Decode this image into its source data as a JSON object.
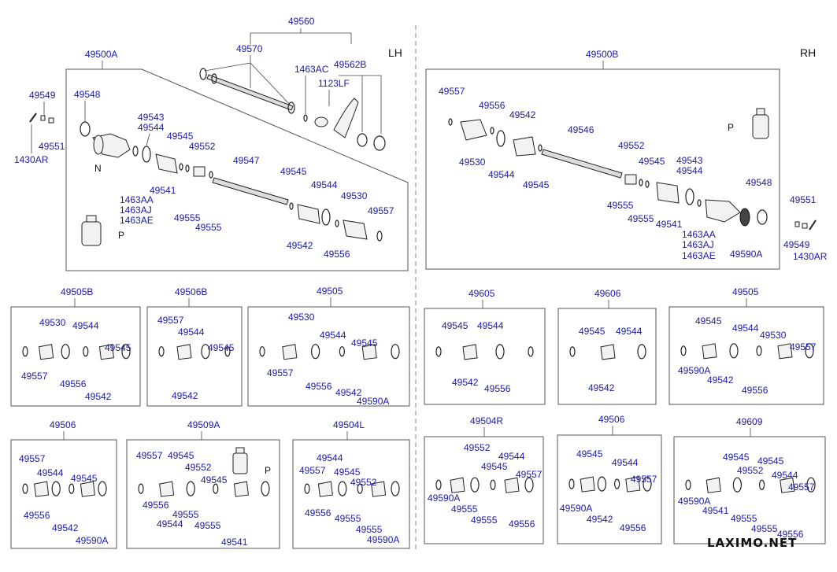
{
  "sides": {
    "left": "LH",
    "right": "RH"
  },
  "watermark": "LAXIMO.NET",
  "bottle_label": "P",
  "tag_n": "N",
  "top": {
    "assy": "49560",
    "shaft": "49570",
    "bolt": "1463AC",
    "bracket": "49562B",
    "bolt2": "1123LF"
  },
  "lh_main": {
    "assy": "49500A",
    "labels": [
      "49548",
      "49543",
      "49544",
      "49545",
      "49552",
      "49547",
      "49545",
      "49544",
      "49530",
      "49557",
      "49541",
      "49555",
      "49555",
      "49542",
      "49556",
      "1463AA",
      "1463AJ",
      "1463AE"
    ]
  },
  "lh_side": {
    "a": "49549",
    "b": "49551",
    "c": "1430AR"
  },
  "rh_main": {
    "assy": "49500B",
    "labels": [
      "49557",
      "49556",
      "49542",
      "49546",
      "49530",
      "49544",
      "49545",
      "49552",
      "49545",
      "49543",
      "49544",
      "49548",
      "49555",
      "49555",
      "49541",
      "49590A",
      "1463AA",
      "1463AJ",
      "1463AE"
    ]
  },
  "rh_side": {
    "a": "49551",
    "b": "49549",
    "c": "1430AR"
  },
  "kits": [
    {
      "title": "49505B",
      "labels": [
        "49530",
        "49544",
        "49545",
        "49557",
        "49556",
        "49542"
      ]
    },
    {
      "title": "49506B",
      "labels": [
        "49557",
        "49544",
        "49545",
        "49542"
      ]
    },
    {
      "title": "49505",
      "labels": [
        "49530",
        "49544",
        "49545",
        "49557",
        "49556",
        "49542",
        "49590A"
      ]
    },
    {
      "title": "49605",
      "labels": [
        "49545",
        "49544",
        "49542",
        "49556"
      ]
    },
    {
      "title": "49606",
      "labels": [
        "49545",
        "49544",
        "49542"
      ]
    },
    {
      "title": "49505",
      "labels": [
        "49545",
        "49544",
        "49530",
        "49557",
        "49590A",
        "49542",
        "49556"
      ]
    },
    {
      "title": "49506",
      "labels": [
        "49557",
        "49544",
        "49545",
        "49556",
        "49542",
        "49590A"
      ]
    },
    {
      "title": "49509A",
      "labels": [
        "49557",
        "49545",
        "49552",
        "49545",
        "49556",
        "49555",
        "49544",
        "49555",
        "49541"
      ]
    },
    {
      "title": "49504L",
      "labels": [
        "49544",
        "49557",
        "49545",
        "49552",
        "49556",
        "49555",
        "49555",
        "49590A"
      ]
    },
    {
      "title": "49504R",
      "labels": [
        "49552",
        "49544",
        "49545",
        "49557",
        "49590A",
        "49555",
        "49555",
        "49556"
      ]
    },
    {
      "title": "49506",
      "labels": [
        "49545",
        "49544",
        "49557",
        "49590A",
        "49542",
        "49556"
      ]
    },
    {
      "title": "49609",
      "labels": [
        "49545",
        "49545",
        "49552",
        "49544",
        "49557",
        "49590A",
        "49541",
        "49555",
        "49555",
        "49556"
      ]
    }
  ]
}
